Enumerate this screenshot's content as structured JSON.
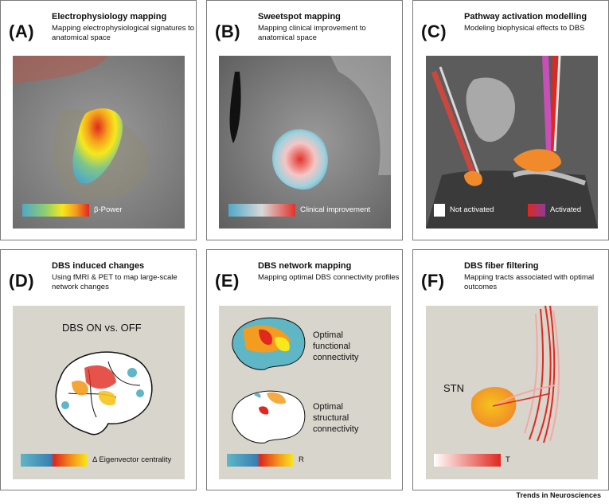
{
  "panels": [
    {
      "letter": "(A)",
      "title": "Electrophysiology mapping",
      "subtitle": "Mapping electrophysiological signatures to anatomical space",
      "legend": "β-Power"
    },
    {
      "letter": "(B)",
      "title": "Sweetspot mapping",
      "subtitle": "Mapping clinical improvement to anatomical space",
      "legend": "Clinical improvement"
    },
    {
      "letter": "(C)",
      "title": "Pathway activation modelling",
      "subtitle": "Modeling biophysical effects to DBS",
      "legend_left": "Not activated",
      "legend_right": "Activated"
    },
    {
      "letter": "(D)",
      "title": "DBS induced changes",
      "subtitle": "Using fMRI & PET to map large-scale network changes",
      "figure_title": "DBS ON vs. OFF",
      "legend": "Δ Eigenvector centrality"
    },
    {
      "letter": "(E)",
      "title": "DBS network mapping",
      "subtitle": "Mapping optimal DBS connectivity profiles",
      "label_top": "Optimal functional connectivity",
      "label_bottom": "Optimal structural connectivity",
      "legend": "R"
    },
    {
      "letter": "(F)",
      "title": "DBS fiber filtering",
      "subtitle": "Mapping tracts associated with optimal outcomes",
      "region": "STN",
      "legend": "T"
    }
  ],
  "footer": "Trends in Neurosciences",
  "colors": {
    "panel_bg_gray": "#d8d5cc",
    "accent_red": "#e0281e",
    "accent_yellow": "#f6e81c",
    "accent_teal": "#5fb6c5"
  }
}
